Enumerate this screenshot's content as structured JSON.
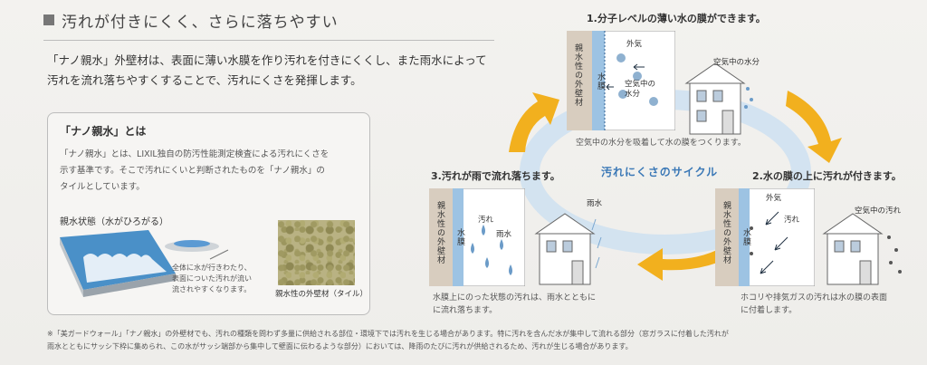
{
  "heading": "汚れが付きにくく、さらに落ちやすい",
  "intro": [
    "「ナノ親水」外壁材は、表面に薄い水膜を作り汚れを付きにくくし、また雨水によって",
    "汚れを流れ落ちやすくすることで、汚れにくさを発揮します。"
  ],
  "box": {
    "title": "「ナノ親水」とは",
    "body": [
      "「ナノ親水」とは、LIXIL独自の防汚性能測定検査による汚れにくさを",
      "示す基準です。そこで汚れにくいと判断されたものを「ナノ親水」の",
      "タイルとしています。"
    ],
    "hydro_label": "親水状態（水がひろがる）",
    "tile_desc": [
      "全体に水が行きわたり、",
      "表面についた汚れが流い",
      "流されやすくなります。"
    ],
    "tile_caption": "親水性の外壁材（タイル）"
  },
  "cycle": {
    "label": "汚れにくさのサイクル",
    "step1": {
      "title": "1.分子レベルの薄い水の膜ができます。",
      "wall": "親水性の外壁材",
      "film": "水膜",
      "outside": "外気",
      "air_water": "空気中の水分",
      "house_label": "空気中の水分",
      "caption": "空気中の水分を吸着して水の膜をつくります。"
    },
    "step2": {
      "title": "2.水の膜の上に汚れが付きます。",
      "wall": "親水性の外壁材",
      "film": "水膜",
      "outside": "外気",
      "dirt": "汚れ",
      "house_label": "空気中の汚れ",
      "caption": [
        "ホコリや排気ガスの汚れは水の膜の表面",
        "に付着します。"
      ]
    },
    "step3": {
      "title": "3.汚れが雨で流れ落ちます。",
      "wall": "親水性の外壁材",
      "film": "水膜",
      "dirt": "汚れ",
      "rain": "雨水",
      "house_label": "雨水",
      "caption": [
        "水膜上にのった状態の汚れは、雨水とともに",
        "に流れ落ちます。"
      ]
    }
  },
  "footnote": [
    "※「美ガードウォール」「ナノ親水」の外壁材でも、汚れの種類を問わず多量に供給される部位・環境下では汚れを生じる場合があります。特に汚れを含んだ水が集中して流れる部分（窓ガラスに付着した汚れが",
    "雨水とともにサッシ下枠に集められ、この水がサッシ端部から集中して壁面に伝わるような部分）においては、降雨のたびに汚れが供給されるため、汚れが生じる場合があります。"
  ],
  "colors": {
    "arrow": "#f2b01e",
    "cycle": "#cfe1f1",
    "tile_blue": "#4a90c8",
    "label_blue": "#3a78b6"
  }
}
